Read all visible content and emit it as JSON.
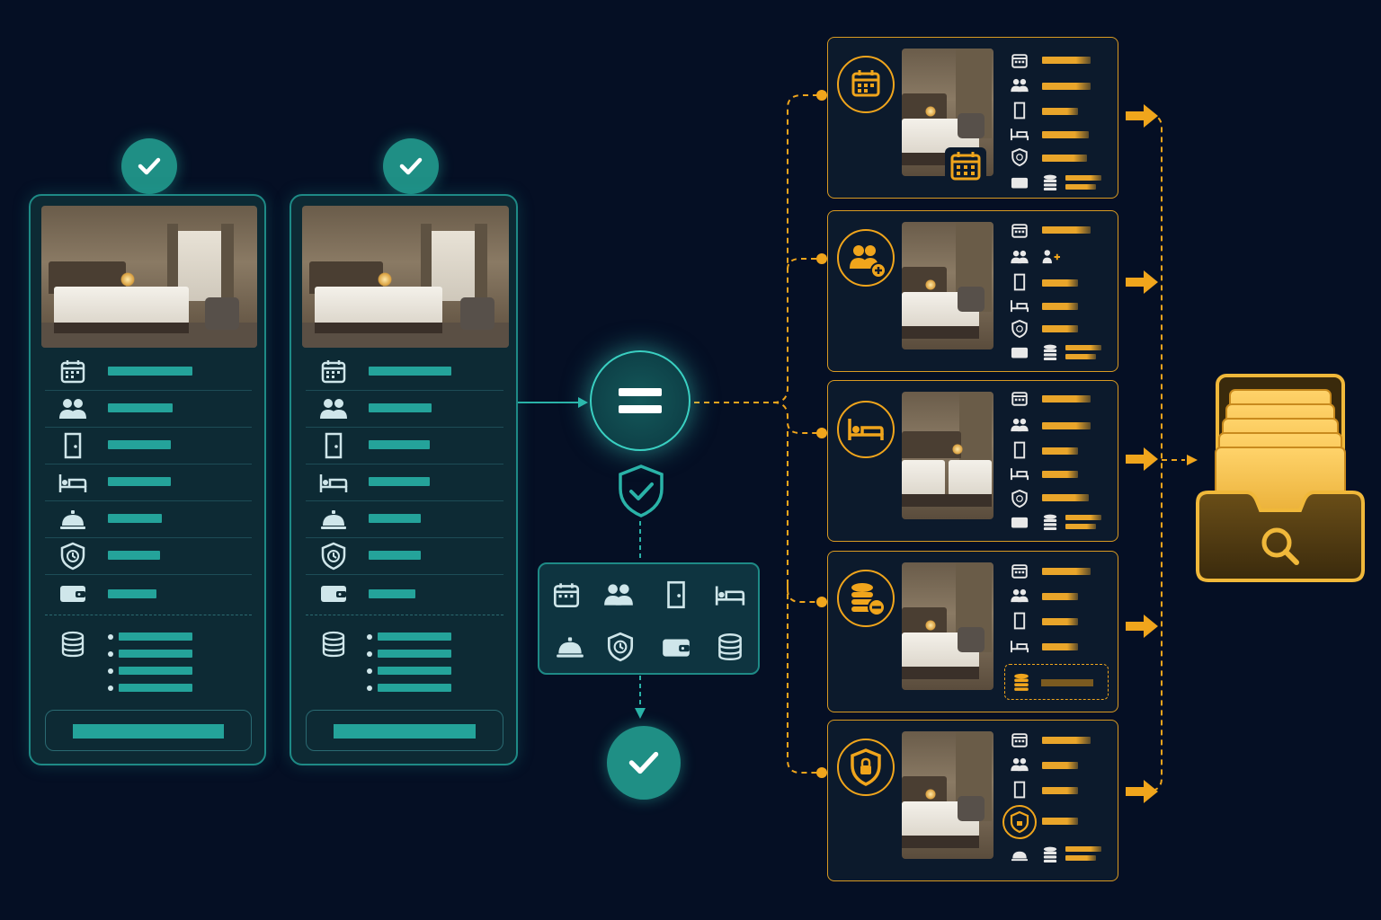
{
  "colors": {
    "background": "#050f24",
    "teal_accent": "#24a39a",
    "teal_border": "#1e8a86",
    "gold_accent": "#f0a51c",
    "text_light": "#cfe6ea"
  },
  "left_cards": [
    {
      "status": "check-icon",
      "rows": [
        "calendar-icon",
        "guests-icon",
        "door-icon",
        "bed-icon",
        "service-bell-icon",
        "shield-clock-icon",
        "wallet-icon"
      ],
      "rate_icon": "coins-stack-icon",
      "rate_lines": 4
    },
    {
      "status": "check-icon",
      "rows": [
        "calendar-icon",
        "guests-icon",
        "door-icon",
        "bed-icon",
        "service-bell-icon",
        "shield-clock-icon",
        "wallet-icon"
      ],
      "rate_icon": "coins-stack-icon",
      "rate_lines": 4
    }
  ],
  "compare_node": {
    "operator_icon": "equals-icon",
    "validation_icon": "shield-check-icon",
    "matched_attributes": [
      "calendar-icon",
      "guests-icon",
      "door-icon",
      "bed-icon",
      "service-bell-icon",
      "shield-clock-icon",
      "wallet-icon",
      "coins-stack-icon"
    ],
    "result_icon": "check-icon"
  },
  "variant_cards": [
    {
      "badge_icon": "calendar-icon",
      "difference": "dates"
    },
    {
      "badge_icon": "guests-plus-icon",
      "difference": "guests"
    },
    {
      "badge_icon": "bed-icon",
      "difference": "bed type"
    },
    {
      "badge_icon": "coins-minus-icon",
      "difference": "rate"
    },
    {
      "badge_icon": "shield-lock-icon",
      "difference": "policy"
    }
  ],
  "destination": {
    "icon": "archive-search-icon"
  }
}
